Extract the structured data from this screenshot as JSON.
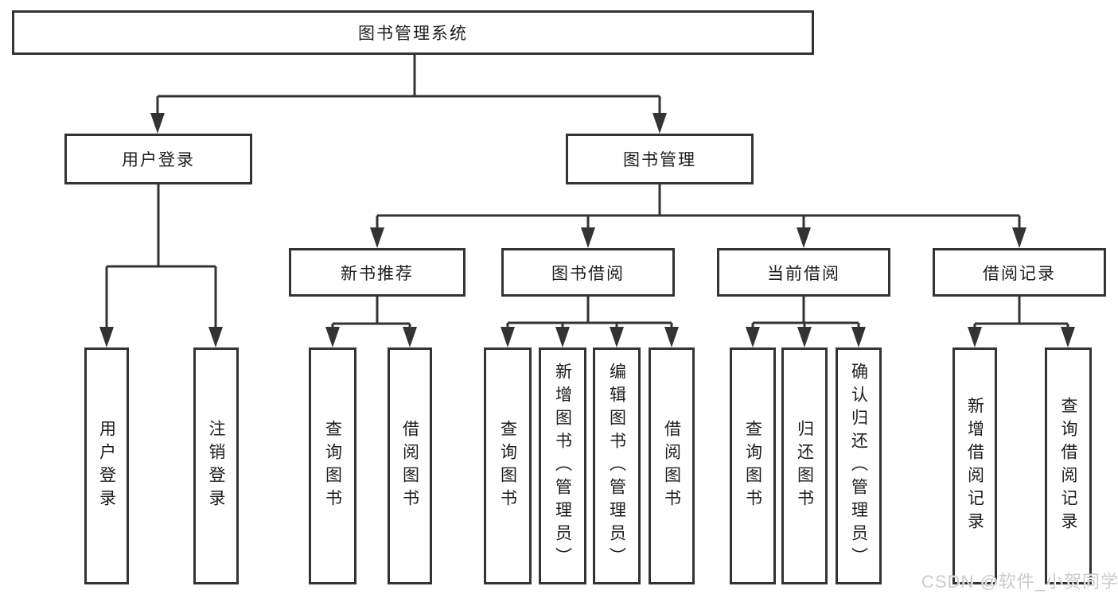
{
  "diagram": {
    "root": {
      "label": "图书管理系统"
    },
    "level2": [
      {
        "label": "用户登录"
      },
      {
        "label": "图书管理"
      }
    ],
    "level3": [
      {
        "label": "新书推荐"
      },
      {
        "label": "图书借阅"
      },
      {
        "label": "当前借阅"
      },
      {
        "label": "借阅记录"
      }
    ],
    "leaves": {
      "user_login": [
        "用户登录",
        "注销登录"
      ],
      "new_book": [
        "查询图书",
        "借阅图书"
      ],
      "book_borrow": [
        "查询图书",
        "新增图书（管理员）",
        "编辑图书（管理员）",
        "借阅图书"
      ],
      "current_borrow": [
        "查询图书",
        "归还图书",
        "确认归还（管理员）"
      ],
      "borrow_record": [
        "新增借阅记录",
        "查询借阅记录"
      ]
    }
  },
  "watermark": "CSDN @软件_小贺同学",
  "colors": {
    "line": "#333333",
    "box_border": "#333333",
    "background": "#ffffff",
    "text": "#1c1c1c",
    "watermark": "#cbcbcb"
  }
}
